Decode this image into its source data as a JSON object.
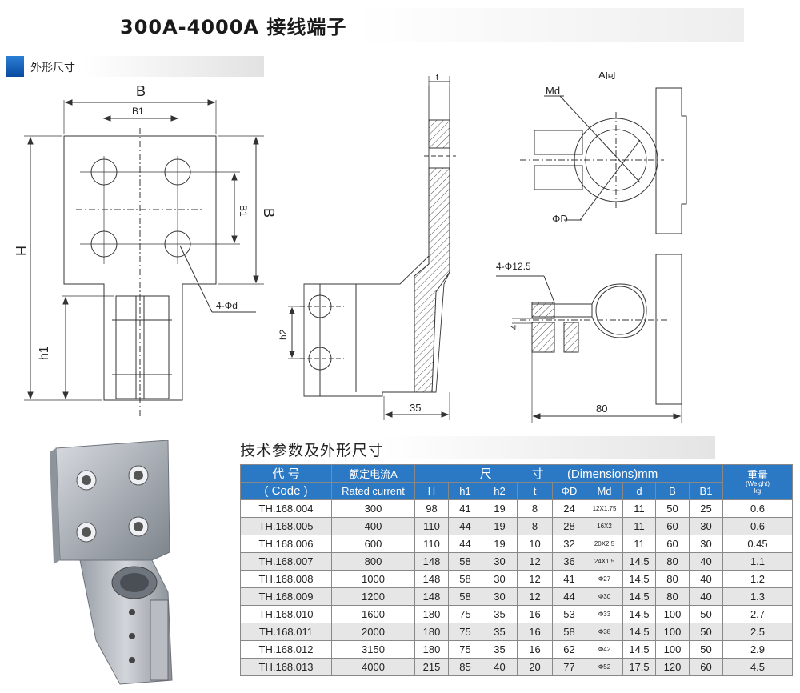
{
  "header": {
    "title": "300A-4000A   接线端子"
  },
  "section": {
    "label": "外形尺寸"
  },
  "drawing": {
    "B": "B",
    "B1": "B1",
    "B_side": "B",
    "B1_side": "B1",
    "H": "H",
    "h1": "h1",
    "hole_label": "4-Φd",
    "t": "t",
    "h2": "h2",
    "w35": "35",
    "view_a": "A向",
    "Md": "Md",
    "PhiD": "ΦD",
    "holes_12_5": "4-Φ12.5",
    "gap4": "4",
    "w80": "80"
  },
  "table": {
    "title": "技术参数及外形尺寸",
    "head": {
      "code_cn": "代    号",
      "code_en": "( Code )",
      "rated_cn": "额定电流A",
      "rated_en": "Rated current",
      "dim_cn1": "尺",
      "dim_cn2": "寸",
      "dim_en": "(Dimensions)mm",
      "weight_cn": "重量",
      "weight_en": "(Weight)",
      "weight_unit": "kg",
      "cols": [
        "H",
        "h1",
        "h2",
        "t",
        "ΦD",
        "Md",
        "d",
        "B",
        "B1"
      ]
    },
    "rows": [
      [
        "TH.168.004",
        "300",
        "98",
        "41",
        "19",
        "8",
        "24",
        "12X1.75",
        "11",
        "50",
        "25",
        "0.6"
      ],
      [
        "TH.168.005",
        "400",
        "110",
        "44",
        "19",
        "8",
        "28",
        "16X2",
        "11",
        "60",
        "30",
        "0.6"
      ],
      [
        "TH.168.006",
        "600",
        "110",
        "44",
        "19",
        "10",
        "32",
        "20X2.5",
        "11",
        "60",
        "30",
        "0.45"
      ],
      [
        "TH.168.007",
        "800",
        "148",
        "58",
        "30",
        "12",
        "36",
        "24X1.5",
        "14.5",
        "80",
        "40",
        "1.1"
      ],
      [
        "TH.168.008",
        "1000",
        "148",
        "58",
        "30",
        "12",
        "41",
        "Φ27",
        "14.5",
        "80",
        "40",
        "1.2"
      ],
      [
        "TH.168.009",
        "1200",
        "148",
        "58",
        "30",
        "12",
        "44",
        "Φ30",
        "14.5",
        "80",
        "40",
        "1.3"
      ],
      [
        "TH.168.010",
        "1600",
        "180",
        "75",
        "35",
        "16",
        "53",
        "Φ33",
        "14.5",
        "100",
        "50",
        "2.7"
      ],
      [
        "TH.168.011",
        "2000",
        "180",
        "75",
        "35",
        "16",
        "58",
        "Φ38",
        "14.5",
        "100",
        "50",
        "2.5"
      ],
      [
        "TH.168.012",
        "3150",
        "180",
        "75",
        "35",
        "16",
        "62",
        "Φ42",
        "14.5",
        "100",
        "50",
        "2.9"
      ],
      [
        "TH.168.013",
        "4000",
        "215",
        "85",
        "40",
        "20",
        "77",
        "Φ52",
        "17.5",
        "120",
        "60",
        "4.5"
      ]
    ]
  }
}
